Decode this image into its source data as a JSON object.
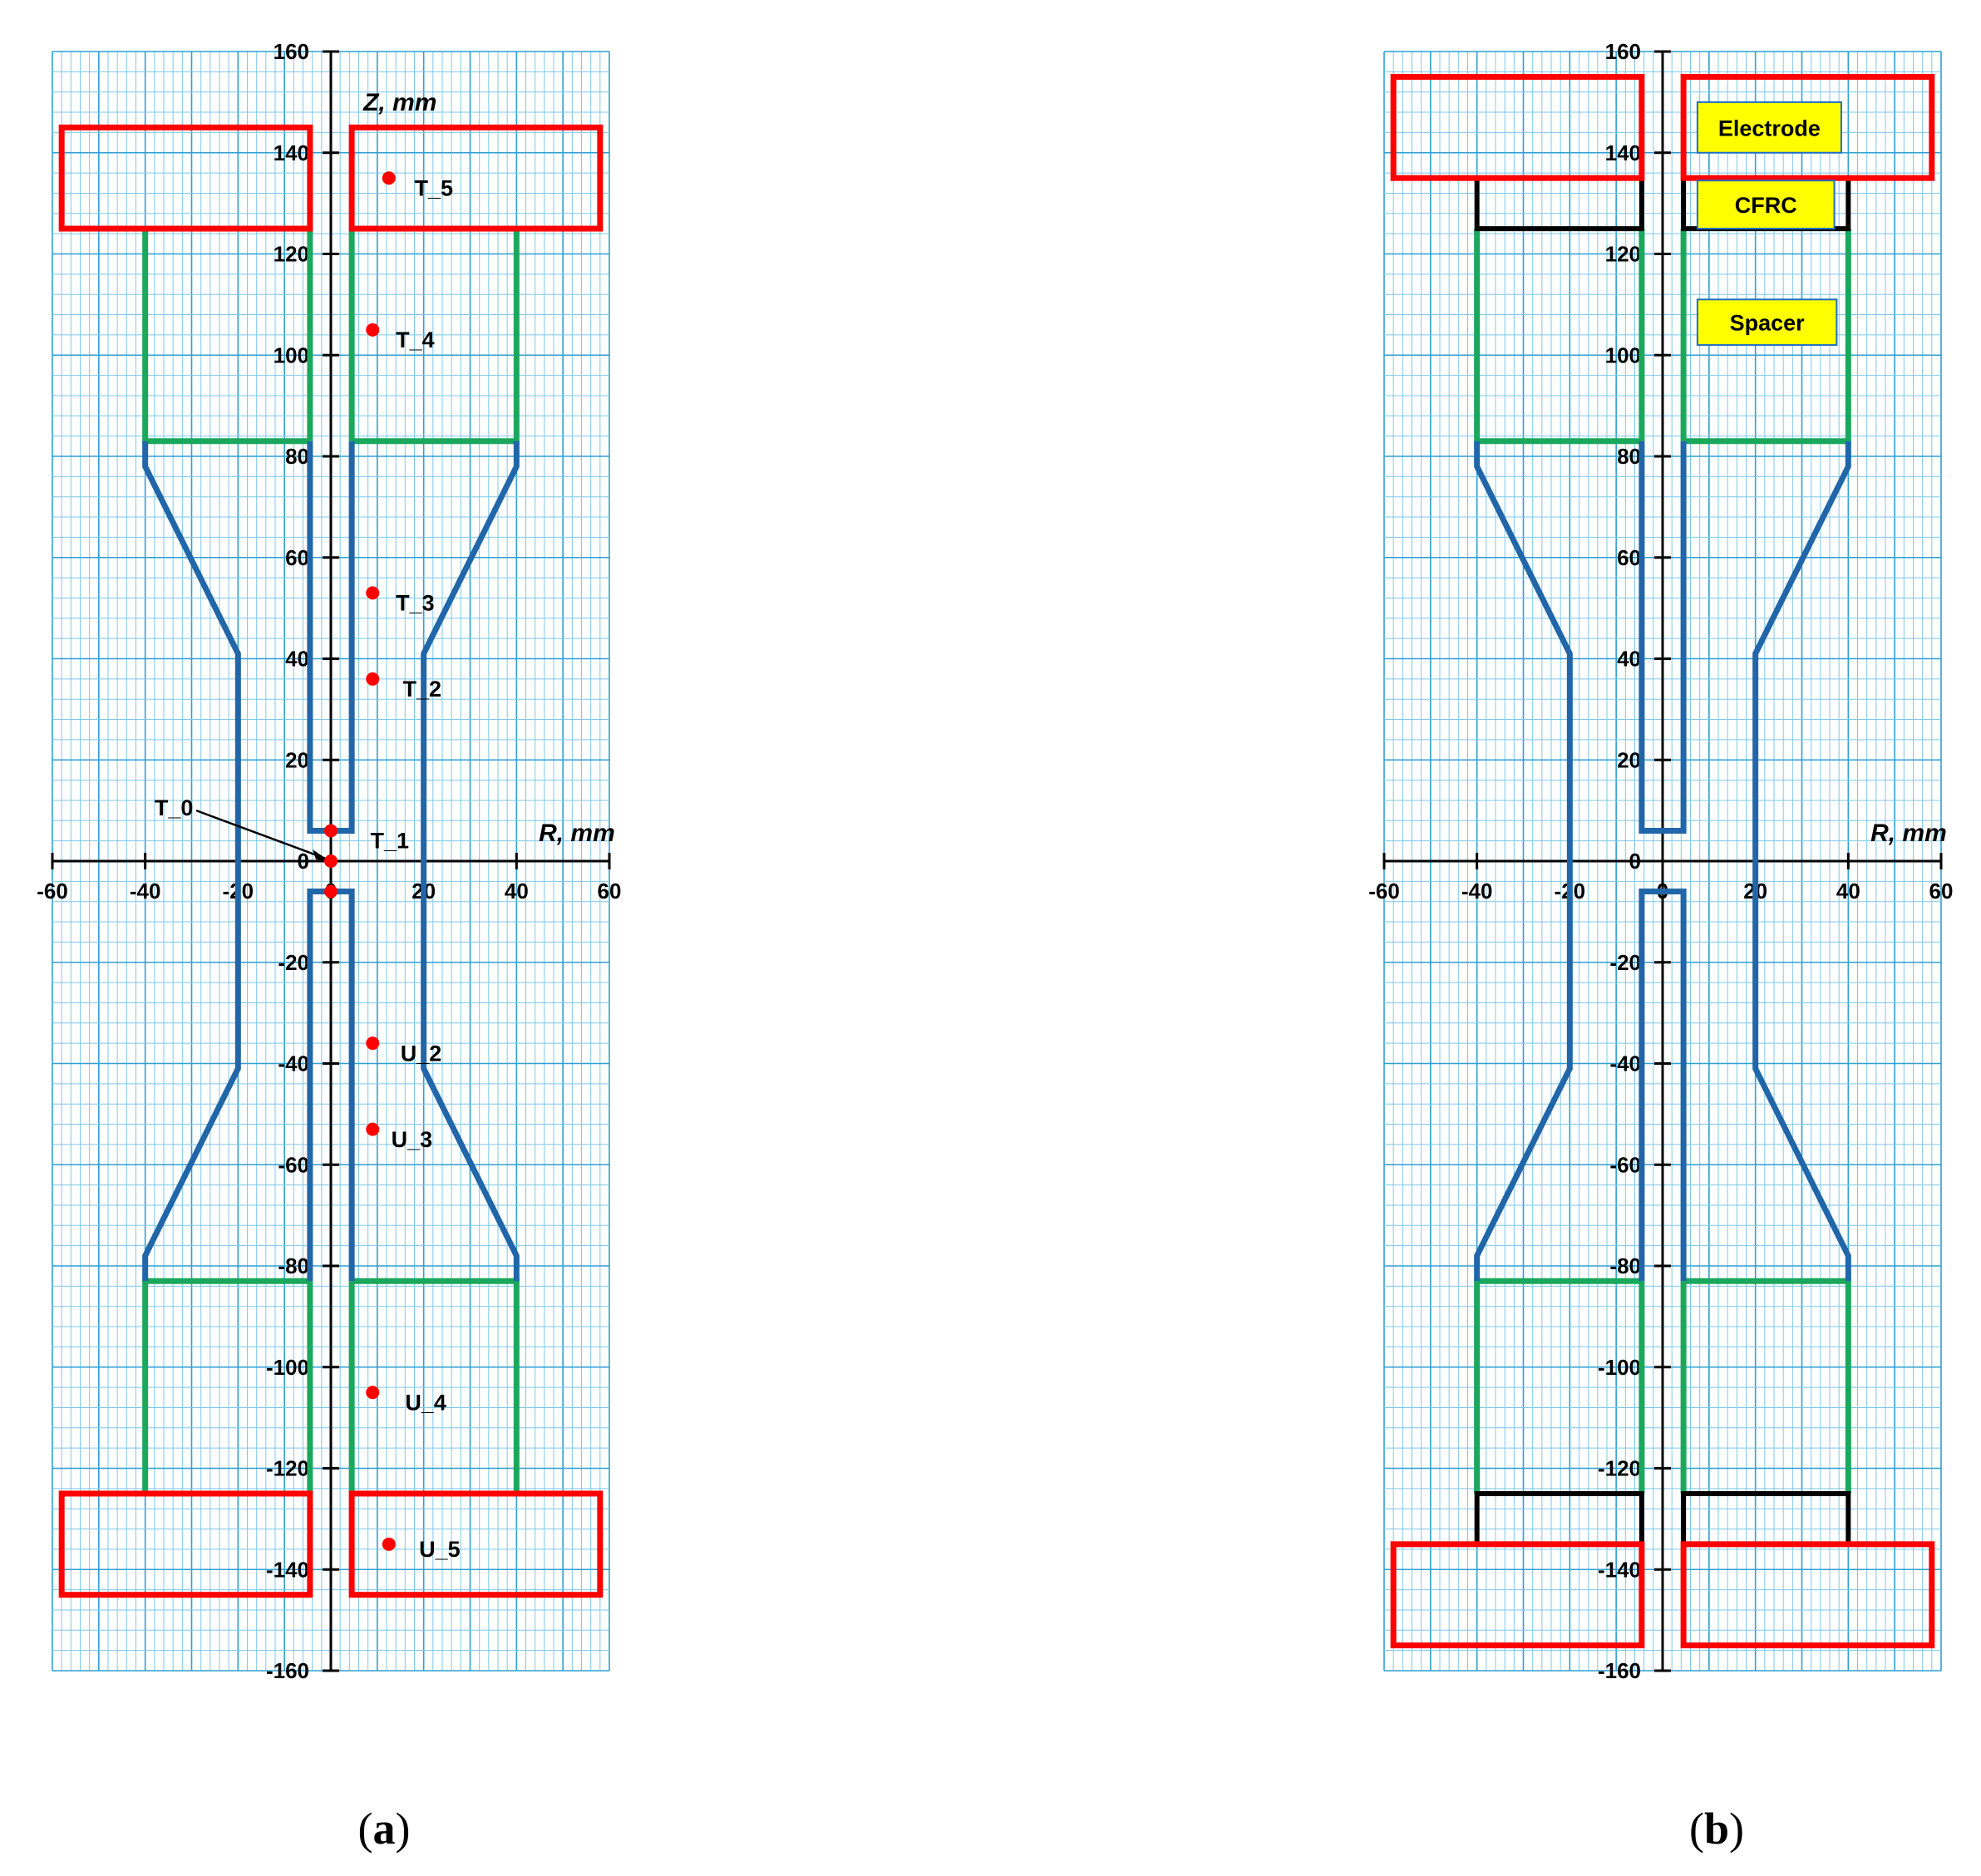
{
  "colors": {
    "grid_minor": "#7ec8e8",
    "grid_major": "#2f9fd4",
    "axis": "#000000",
    "electrode": "#ff0000",
    "spacer": "#1aa85c",
    "insulator": "#2166a8",
    "cfrc": "#000000",
    "point": "#ff0000",
    "label_box_fill": "#ffff00",
    "label_box_border": "#1f6fbf"
  },
  "panels": [
    {
      "id": "a",
      "caption": "(a)",
      "caption_letter": "a",
      "x_axis_title": "R, mm",
      "y_axis_title": "Z, mm",
      "x_range": [
        -60,
        60
      ],
      "y_range": [
        -160,
        160
      ],
      "x_ticks": [
        -60,
        -40,
        -20,
        0,
        20,
        40,
        60
      ],
      "y_ticks": [
        160,
        140,
        120,
        100,
        80,
        60,
        40,
        20,
        0,
        -20,
        -40,
        -60,
        -80,
        -100,
        -120,
        -140,
        -160
      ],
      "electrodes": [
        {
          "r": [
            -58,
            -4.5
          ],
          "z": [
            125,
            145
          ]
        },
        {
          "r": [
            4.5,
            58
          ],
          "z": [
            125,
            145
          ]
        },
        {
          "r": [
            -58,
            -4.5
          ],
          "z": [
            -145,
            -125
          ]
        },
        {
          "r": [
            4.5,
            58
          ],
          "z": [
            -145,
            -125
          ]
        }
      ],
      "spacers": [
        [
          [
            -40,
            125
          ],
          [
            -40,
            83
          ],
          [
            -4.5,
            83
          ]
        ],
        [
          [
            4.5,
            83
          ],
          [
            40,
            83
          ],
          [
            40,
            125
          ]
        ],
        [
          [
            -40,
            -125
          ],
          [
            -40,
            -83
          ],
          [
            -4.5,
            -83
          ]
        ],
        [
          [
            4.5,
            -83
          ],
          [
            40,
            -83
          ],
          [
            40,
            -125
          ]
        ],
        [
          [
            -4.5,
            125
          ],
          [
            -4.5,
            83
          ]
        ],
        [
          [
            4.5,
            125
          ],
          [
            4.5,
            83
          ]
        ],
        [
          [
            -4.5,
            -125
          ],
          [
            -4.5,
            -83
          ]
        ],
        [
          [
            4.5,
            -125
          ],
          [
            4.5,
            -83
          ]
        ]
      ],
      "insulators": [
        [
          [
            -4.5,
            83
          ],
          [
            -4.5,
            6
          ],
          [
            4.5,
            6
          ],
          [
            4.5,
            83
          ]
        ],
        [
          [
            -4.5,
            -83
          ],
          [
            -4.5,
            -6
          ],
          [
            4.5,
            -6
          ],
          [
            4.5,
            -83
          ]
        ],
        [
          [
            -40,
            83
          ],
          [
            -40,
            78
          ],
          [
            -20,
            41
          ],
          [
            -20,
            -41
          ],
          [
            -40,
            -78
          ],
          [
            -40,
            -83
          ]
        ],
        [
          [
            40,
            83
          ],
          [
            40,
            78
          ],
          [
            20,
            41
          ],
          [
            20,
            -41
          ],
          [
            40,
            -78
          ],
          [
            40,
            -83
          ]
        ]
      ],
      "cfrc": [],
      "points": [
        {
          "label": "T_5",
          "r": 12.5,
          "z": 135,
          "label_r": 18,
          "label_z": 133
        },
        {
          "label": "T_4",
          "r": 9,
          "z": 105,
          "label_r": 14,
          "label_z": 103
        },
        {
          "label": "T_3",
          "r": 9,
          "z": 53,
          "label_r": 14,
          "label_z": 51
        },
        {
          "label": "T_2",
          "r": 9,
          "z": 36,
          "label_r": 15.5,
          "label_z": 34
        },
        {
          "label": "T_1",
          "r": 0,
          "z": 6,
          "label_r": 8.5,
          "label_z": 4
        },
        {
          "label": "U_2",
          "r": 9,
          "z": -36,
          "label_r": 15,
          "label_z": -38
        },
        {
          "label": "U_3",
          "r": 9,
          "z": -53,
          "label_r": 13,
          "label_z": -55
        },
        {
          "label": "U_4",
          "r": 9,
          "z": -105,
          "label_r": 16,
          "label_z": -107
        },
        {
          "label": "U_5",
          "r": 12.5,
          "z": -135,
          "label_r": 19,
          "label_z": -136
        }
      ],
      "extra_points": [
        {
          "r": 0,
          "z": 0
        },
        {
          "r": 0,
          "z": -6
        }
      ],
      "callout": {
        "label": "T_0",
        "label_r": -38,
        "label_z": 9,
        "from_r": -29,
        "from_z": 10,
        "to_r": 0,
        "to_z": 0
      }
    },
    {
      "id": "b",
      "caption": "(b)",
      "caption_letter": "b",
      "x_axis_title": "R, mm",
      "x_range": [
        -60,
        60
      ],
      "y_range": [
        -160,
        160
      ],
      "x_ticks": [
        -60,
        -40,
        -20,
        0,
        20,
        40,
        60
      ],
      "y_ticks": [
        160,
        140,
        120,
        100,
        80,
        60,
        40,
        20,
        0,
        -20,
        -40,
        -60,
        -80,
        -100,
        -120,
        -140,
        -160
      ],
      "electrodes": [
        {
          "r": [
            -58,
            -4.5
          ],
          "z": [
            135,
            155
          ]
        },
        {
          "r": [
            4.5,
            58
          ],
          "z": [
            135,
            155
          ]
        },
        {
          "r": [
            -58,
            -4.5
          ],
          "z": [
            -155,
            -135
          ]
        },
        {
          "r": [
            4.5,
            58
          ],
          "z": [
            -155,
            -135
          ]
        }
      ],
      "spacers": [
        [
          [
            -40,
            125
          ],
          [
            -40,
            83
          ],
          [
            -4.5,
            83
          ]
        ],
        [
          [
            4.5,
            83
          ],
          [
            40,
            83
          ],
          [
            40,
            125
          ]
        ],
        [
          [
            -40,
            -125
          ],
          [
            -40,
            -83
          ],
          [
            -4.5,
            -83
          ]
        ],
        [
          [
            4.5,
            -83
          ],
          [
            40,
            -83
          ],
          [
            40,
            -125
          ]
        ],
        [
          [
            -4.5,
            125
          ],
          [
            -4.5,
            83
          ]
        ],
        [
          [
            4.5,
            125
          ],
          [
            4.5,
            83
          ]
        ],
        [
          [
            -4.5,
            -125
          ],
          [
            -4.5,
            -83
          ]
        ],
        [
          [
            4.5,
            -125
          ],
          [
            4.5,
            -83
          ]
        ]
      ],
      "insulators": [
        [
          [
            -4.5,
            83
          ],
          [
            -4.5,
            6
          ],
          [
            4.5,
            6
          ],
          [
            4.5,
            83
          ]
        ],
        [
          [
            -4.5,
            -83
          ],
          [
            -4.5,
            -6
          ],
          [
            4.5,
            -6
          ],
          [
            4.5,
            -83
          ]
        ],
        [
          [
            -40,
            83
          ],
          [
            -40,
            78
          ],
          [
            -20,
            41
          ],
          [
            -20,
            -41
          ],
          [
            -40,
            -78
          ],
          [
            -40,
            -83
          ]
        ],
        [
          [
            40,
            83
          ],
          [
            40,
            78
          ],
          [
            20,
            41
          ],
          [
            20,
            -41
          ],
          [
            40,
            -78
          ],
          [
            40,
            -83
          ]
        ]
      ],
      "cfrc": [
        [
          [
            -40,
            135
          ],
          [
            -40,
            125
          ],
          [
            -4.5,
            125
          ],
          [
            -4.5,
            135
          ]
        ],
        [
          [
            4.5,
            135
          ],
          [
            4.5,
            125
          ],
          [
            40,
            125
          ],
          [
            40,
            135
          ]
        ],
        [
          [
            -40,
            -135
          ],
          [
            -40,
            -125
          ],
          [
            -4.5,
            -125
          ],
          [
            -4.5,
            -135
          ]
        ],
        [
          [
            4.5,
            -135
          ],
          [
            4.5,
            -125
          ],
          [
            40,
            -125
          ],
          [
            40,
            -135
          ]
        ]
      ],
      "label_boxes": [
        {
          "text": "Electrode",
          "r": [
            7.5,
            38.5
          ],
          "z": [
            140,
            150
          ]
        },
        {
          "text": "CFRC",
          "r": [
            7.5,
            37
          ],
          "z": [
            125,
            134.5
          ]
        },
        {
          "text": "Spacer",
          "r": [
            7.5,
            37.5
          ],
          "z": [
            102,
            111
          ]
        }
      ]
    }
  ]
}
